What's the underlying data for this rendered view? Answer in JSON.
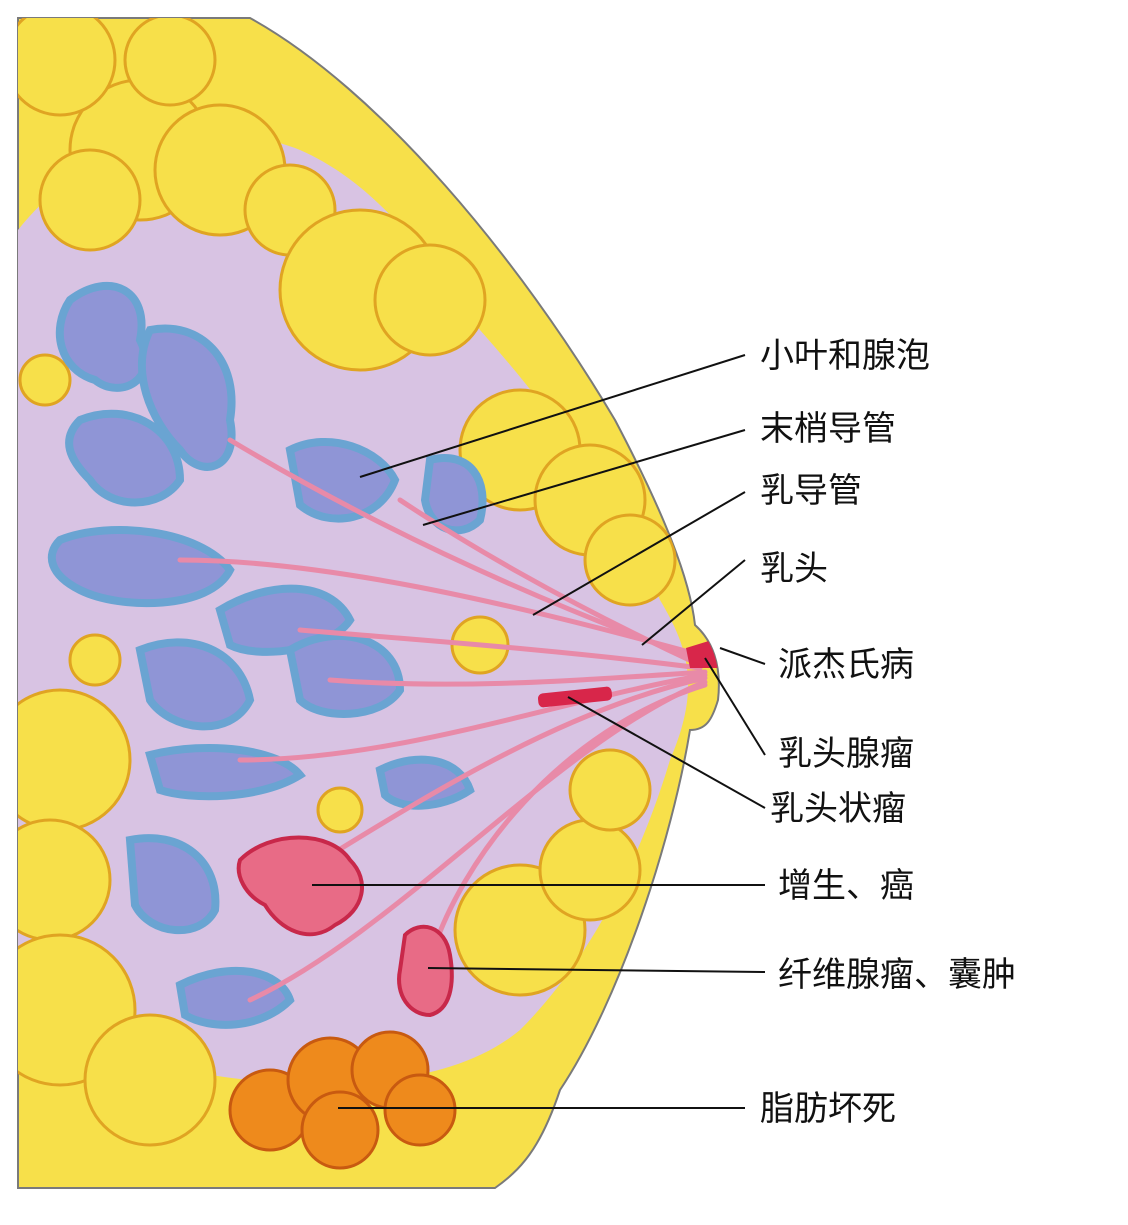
{
  "labels": [
    {
      "id": "lobules",
      "text": "小叶和腺泡"
    },
    {
      "id": "terminal-duct",
      "text": "末梢导管"
    },
    {
      "id": "lactiferous-duct",
      "text": "乳导管"
    },
    {
      "id": "nipple",
      "text": "乳头"
    },
    {
      "id": "paget",
      "text": "派杰氏病"
    },
    {
      "id": "nipple-adenoma",
      "text": "乳头腺瘤"
    },
    {
      "id": "papilloma",
      "text": "乳头状瘤"
    },
    {
      "id": "hyperplasia",
      "text": "增生、癌"
    },
    {
      "id": "fibroadenoma",
      "text": "纤维腺瘤、囊肿"
    },
    {
      "id": "fat-necrosis",
      "text": "脂肪坏死"
    }
  ],
  "colors": {
    "fat": "#f7e04a",
    "fat_edge": "#e0a422",
    "stroma": "#d8c3e3",
    "lobule": "#8f95d6",
    "lobule_ring": "#6aa4d2",
    "duct": "#e88aa8",
    "lesion": "#e86b86",
    "lesion_dark": "#d8264a",
    "necrosis": "#ee8a1c",
    "leader": "#111111"
  }
}
